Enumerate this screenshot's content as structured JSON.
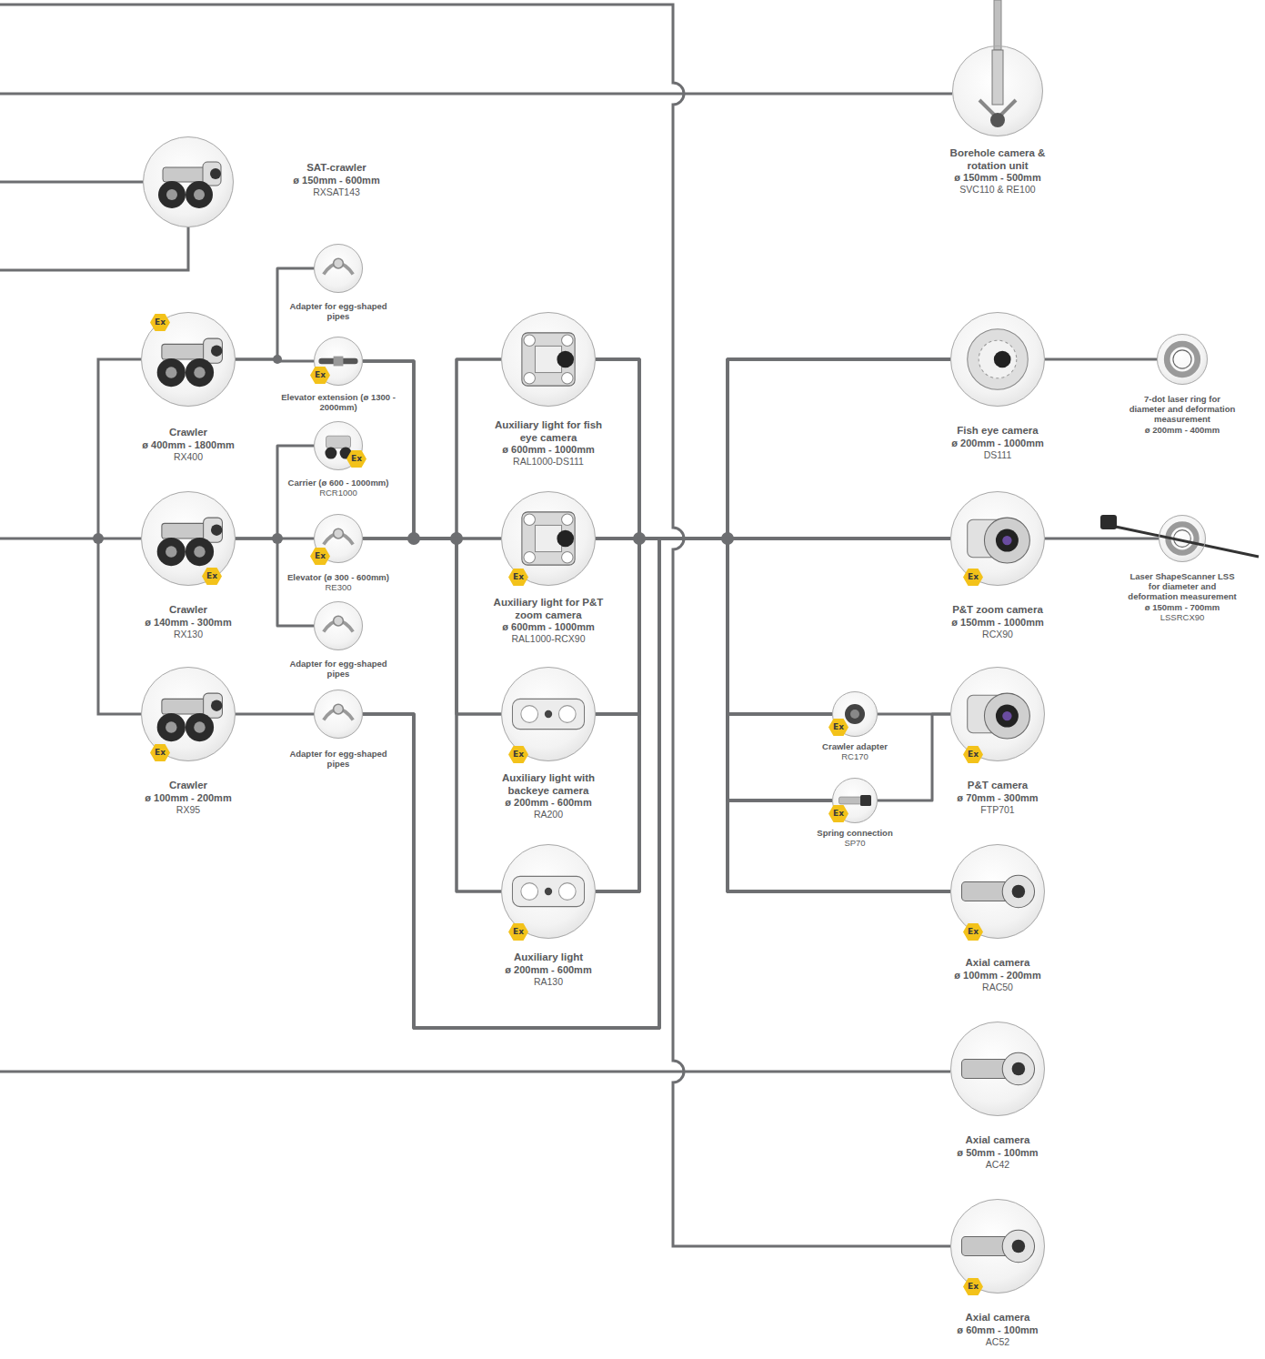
{
  "diagram": {
    "nodes": [
      {
        "text": [
          "Borehole camera & rotation unit",
          "ø 150mm - 500mm",
          "SVC110 & RE100"
        ]
      },
      {
        "text": [
          "SAT-crawler",
          "ø 150mm - 600mm",
          "RXSAT143"
        ]
      },
      {
        "text": [
          "Adapter for egg-shaped pipes"
        ]
      },
      {
        "text": [
          "Crawler",
          "ø 400mm - 1800mm",
          "RX400"
        ]
      },
      {
        "text": [
          "Elevator extension (ø 1300 - 2000mm)"
        ]
      },
      {
        "text": [
          "Auxiliary light for fish eye camera",
          "ø 600mm - 1000mm",
          "RAL1000-DS111"
        ]
      },
      {
        "text": [
          "Fish eye camera",
          "ø 200mm - 1000mm",
          "DS111"
        ]
      },
      {
        "text": [
          "7-dot laser ring for diameter and deformation measurement",
          "ø 200mm - 400mm"
        ]
      },
      {
        "text": [
          "Carrier (ø 600 - 1000mm)",
          "RCR1000"
        ]
      },
      {
        "text": [
          "Crawler",
          "ø 140mm - 300mm",
          "RX130"
        ]
      },
      {
        "text": [
          "Elevator (ø 300 - 600mm)",
          "RE300"
        ]
      },
      {
        "text": [
          "Auxiliary light for P&T zoom camera",
          "ø 600mm - 1000mm",
          "RAL1000-RCX90"
        ]
      },
      {
        "text": [
          "P&T zoom camera",
          "ø 150mm - 1000mm",
          "RCX90"
        ]
      },
      {
        "text": [
          "Laser ShapeScanner LSS for diameter and deformation measurement",
          "ø 150mm - 700mm",
          "LSSRCX90"
        ]
      },
      {
        "text": [
          "Adapter for egg-shaped pipes"
        ]
      },
      {
        "text": [
          "Crawler",
          "ø 100mm - 200mm",
          "RX95"
        ]
      },
      {
        "text": [
          "Adapter for egg-shaped pipes"
        ]
      },
      {
        "text": [
          "Auxiliary light with backeye camera",
          "ø 200mm - 600mm",
          "RA200"
        ]
      },
      {
        "text": [
          "Crawler adapter",
          "RC170"
        ]
      },
      {
        "text": [
          "P&T camera",
          "ø 70mm - 300mm",
          "FTP701"
        ]
      },
      {
        "text": [
          "Spring connection",
          "SP70"
        ]
      },
      {
        "text": [
          "Auxiliary light",
          "ø 200mm - 600mm",
          "RA130"
        ]
      },
      {
        "text": [
          "Axial camera",
          "ø 100mm - 200mm",
          "RAC50"
        ]
      },
      {
        "text": [
          "Axial camera",
          "ø 50mm - 100mm",
          "AC42"
        ]
      },
      {
        "text": [
          "Axial camera",
          "ø 60mm - 100mm",
          "AC52"
        ]
      }
    ],
    "edges": [
      {
        "from": 3,
        "to": 2,
        "arrow": "none"
      },
      {
        "from": 3,
        "to": 4,
        "arrow": "none"
      },
      {
        "from": 9,
        "to": 8,
        "arrow": "none"
      },
      {
        "from": 9,
        "to": 10,
        "arrow": "none"
      },
      {
        "from": 9,
        "to": 14,
        "arrow": "none"
      },
      {
        "from": 15,
        "to": 16,
        "arrow": "none"
      },
      {
        "from": 4,
        "to": 5,
        "arrow": "none"
      },
      {
        "from": 4,
        "to": 11,
        "arrow": "none"
      },
      {
        "from": 4,
        "to": 17,
        "arrow": "none"
      },
      {
        "from": 4,
        "to": 21,
        "arrow": "none"
      },
      {
        "from": 10,
        "to": 5,
        "arrow": "none"
      },
      {
        "from": 10,
        "to": 11,
        "arrow": "none"
      },
      {
        "from": 10,
        "to": 17,
        "arrow": "none"
      },
      {
        "from": 10,
        "to": 21,
        "arrow": "none"
      },
      {
        "from": 5,
        "to": 6,
        "arrow": "none"
      },
      {
        "from": 5,
        "to": 12,
        "arrow": "none"
      },
      {
        "from": 5,
        "to": 18,
        "arrow": "none"
      },
      {
        "from": 5,
        "to": 20,
        "arrow": "none"
      },
      {
        "from": 5,
        "to": 22,
        "arrow": "none"
      },
      {
        "from": 11,
        "to": 6,
        "arrow": "none"
      },
      {
        "from": 11,
        "to": 12,
        "arrow": "none"
      },
      {
        "from": 11,
        "to": 18,
        "arrow": "none"
      },
      {
        "from": 11,
        "to": 20,
        "arrow": "none"
      },
      {
        "from": 11,
        "to": 22,
        "arrow": "none"
      },
      {
        "from": 17,
        "to": 6,
        "arrow": "none"
      },
      {
        "from": 17,
        "to": 12,
        "arrow": "none"
      },
      {
        "from": 17,
        "to": 18,
        "arrow": "none"
      },
      {
        "from": 17,
        "to": 20,
        "arrow": "none"
      },
      {
        "from": 17,
        "to": 22,
        "arrow": "none"
      },
      {
        "from": 21,
        "to": 6,
        "arrow": "none"
      },
      {
        "from": 21,
        "to": 12,
        "arrow": "none"
      },
      {
        "from": 21,
        "to": 18,
        "arrow": "none"
      },
      {
        "from": 21,
        "to": 20,
        "arrow": "none"
      },
      {
        "from": 21,
        "to": 22,
        "arrow": "none"
      },
      {
        "from": 16,
        "to": 6,
        "arrow": "none"
      },
      {
        "from": 16,
        "to": 12,
        "arrow": "none"
      },
      {
        "from": 16,
        "to": 18,
        "arrow": "none"
      },
      {
        "from": 16,
        "to": 20,
        "arrow": "none"
      },
      {
        "from": 16,
        "to": 22,
        "arrow": "none"
      },
      {
        "from": 18,
        "to": 19,
        "arrow": "none"
      },
      {
        "from": 20,
        "to": 19,
        "arrow": "none"
      },
      {
        "from": 6,
        "to": 7,
        "arrow": "none"
      },
      {
        "from": 12,
        "to": 13,
        "arrow": "none"
      }
    ],
    "labels": [
      "Ex",
      "Ex",
      "Ex",
      "Ex",
      "Ex",
      "Ex",
      "Ex",
      "Ex",
      "Ex",
      "Ex",
      "Ex",
      "Ex",
      "Ex",
      "Ex",
      "Ex"
    ]
  }
}
